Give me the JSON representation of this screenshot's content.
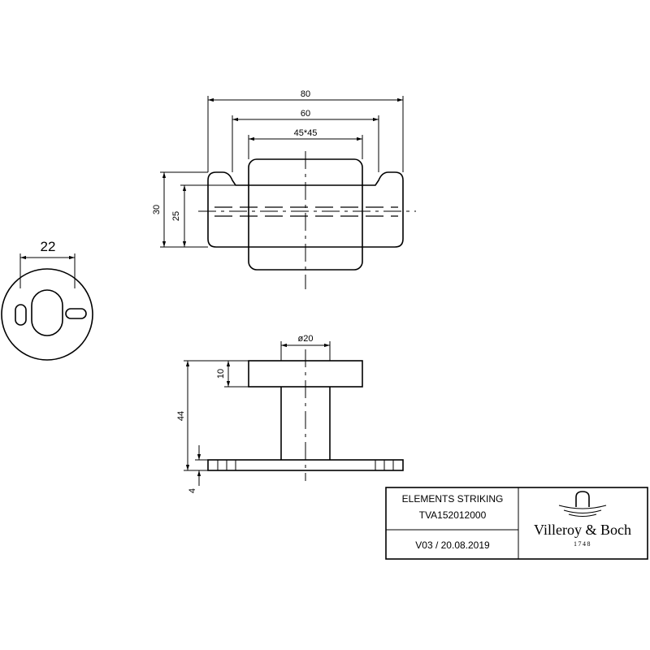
{
  "dimensions": {
    "width_overall": "80",
    "width_mid": "60",
    "width_inner": "45*45",
    "height_overall": "30",
    "height_inner": "25",
    "rosette_width": "22",
    "diameter": "ø20",
    "head_height": "10",
    "total_height": "44",
    "plate_thickness": "4"
  },
  "title_block": {
    "line1": "ELEMENTS STRIKING",
    "line2": "TVA152012000",
    "version": "V03 / 20.08.2019",
    "brand": "Villeroy & Boch",
    "since": "1748",
    "logo_icon": "villeroy-boch-logo-icon"
  }
}
